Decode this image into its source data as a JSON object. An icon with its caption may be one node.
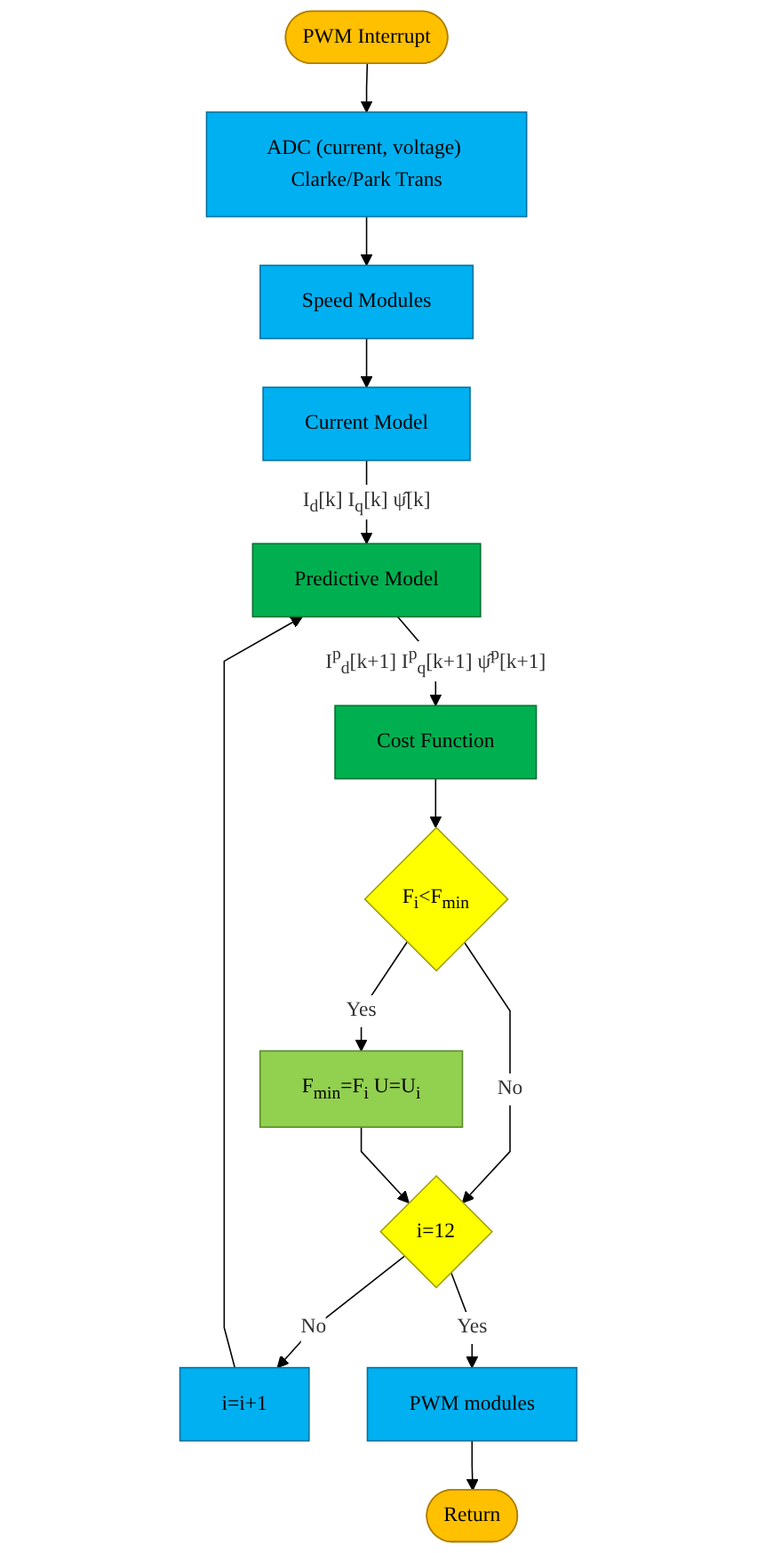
{
  "diagram": {
    "nodes": [
      {
        "text": [
          "PWM Interrupt"
        ]
      },
      {
        "text": [
          "ADC (current, voltage) Clarke/Park Trans"
        ]
      },
      {
        "text": [
          "Speed Modules"
        ]
      },
      {
        "text": [
          "Current Model"
        ]
      },
      {
        "text": [
          "Predictive Model"
        ]
      },
      {
        "text": [
          "Cost Function"
        ]
      },
      {
        "text": [
          "F$_{i}$<F$_{min}$"
        ]
      },
      {
        "text": [
          "F$_{min}$=F$_{i}$ U=U$_{i}$"
        ]
      },
      {
        "text": [
          "i=12"
        ]
      },
      {
        "text": [
          "i=i+1"
        ]
      },
      {
        "text": [
          "PWM modules"
        ]
      },
      {
        "text": [
          "Return"
        ]
      }
    ],
    "edges": [
      {
        "from": 0,
        "to": 1,
        "arrow": "to"
      },
      {
        "from": 1,
        "to": 2,
        "arrow": "to"
      },
      {
        "from": 2,
        "to": 3,
        "arrow": "to"
      },
      {
        "from": 3,
        "to": 4,
        "arrow": "to",
        "label": "I$_{d}$[k] I$_{q}$[k] ψ̂[k]"
      },
      {
        "from": 4,
        "to": 5,
        "arrow": "to",
        "label": "I$^{p}$$_{d}$[k+1] I$^{p}$$_{q}$[k+1] ψ̂$^{p}$[k+1]"
      },
      {
        "from": 5,
        "to": 6,
        "arrow": "to"
      },
      {
        "from": 6,
        "to": 7,
        "arrow": "to",
        "label": "Yes"
      },
      {
        "from": 6,
        "to": 8,
        "arrow": "to",
        "label": "No"
      },
      {
        "from": 7,
        "to": 8,
        "arrow": "to"
      },
      {
        "from": 8,
        "to": 9,
        "arrow": "to",
        "label": "No"
      },
      {
        "from": 9,
        "to": 4,
        "arrow": "to"
      },
      {
        "from": 8,
        "to": 10,
        "arrow": "to",
        "label": "Yes"
      },
      {
        "from": 10,
        "to": 11,
        "arrow": "to"
      }
    ]
  }
}
